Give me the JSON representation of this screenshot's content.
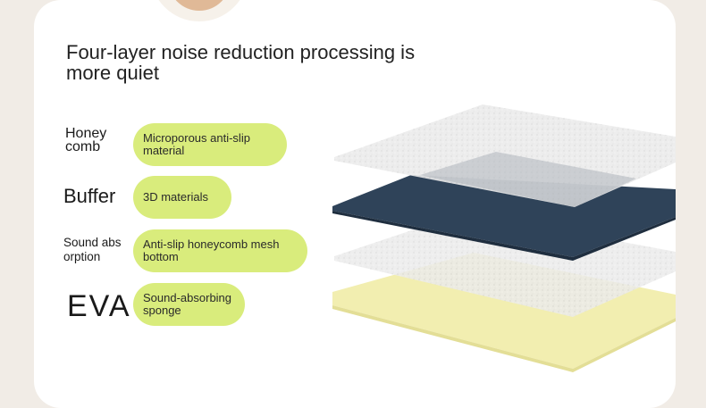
{
  "title": "Four-layer noise reduction processing is more quiet",
  "layers": [
    {
      "name": "Honey comb",
      "desc": "Microporous anti-slip material"
    },
    {
      "name": "Buffer",
      "desc": "3D materials"
    },
    {
      "name": "Sound absorption",
      "desc": "Anti-slip honeycomb mesh bottom"
    },
    {
      "name": "EVA",
      "desc": "Sound-absorbing sponge"
    }
  ],
  "colors": {
    "background": "#f1ece6",
    "card": "#ffffff",
    "pill": "#d9ec7c",
    "honeycomb_layer": "#e6e6e6",
    "buffer_layer": "#2f4359",
    "sound_absorption_layer": "#ececec",
    "eva_layer": "#f2eeb0"
  }
}
